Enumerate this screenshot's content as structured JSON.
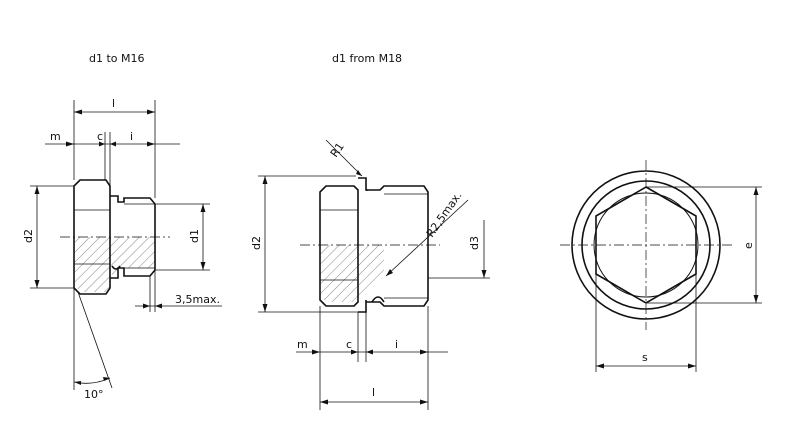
{
  "views": {
    "left_title": "d1 to M16",
    "middle_title": "d1 from M18"
  },
  "labels": {
    "l": "l",
    "m": "m",
    "c": "c",
    "i": "i",
    "d1": "d1",
    "d2": "d2",
    "d3": "d3",
    "s": "s",
    "e": "e",
    "max35": "3,5max.",
    "angle10": "10°",
    "r1": "R1",
    "r25": "R2,5max."
  }
}
